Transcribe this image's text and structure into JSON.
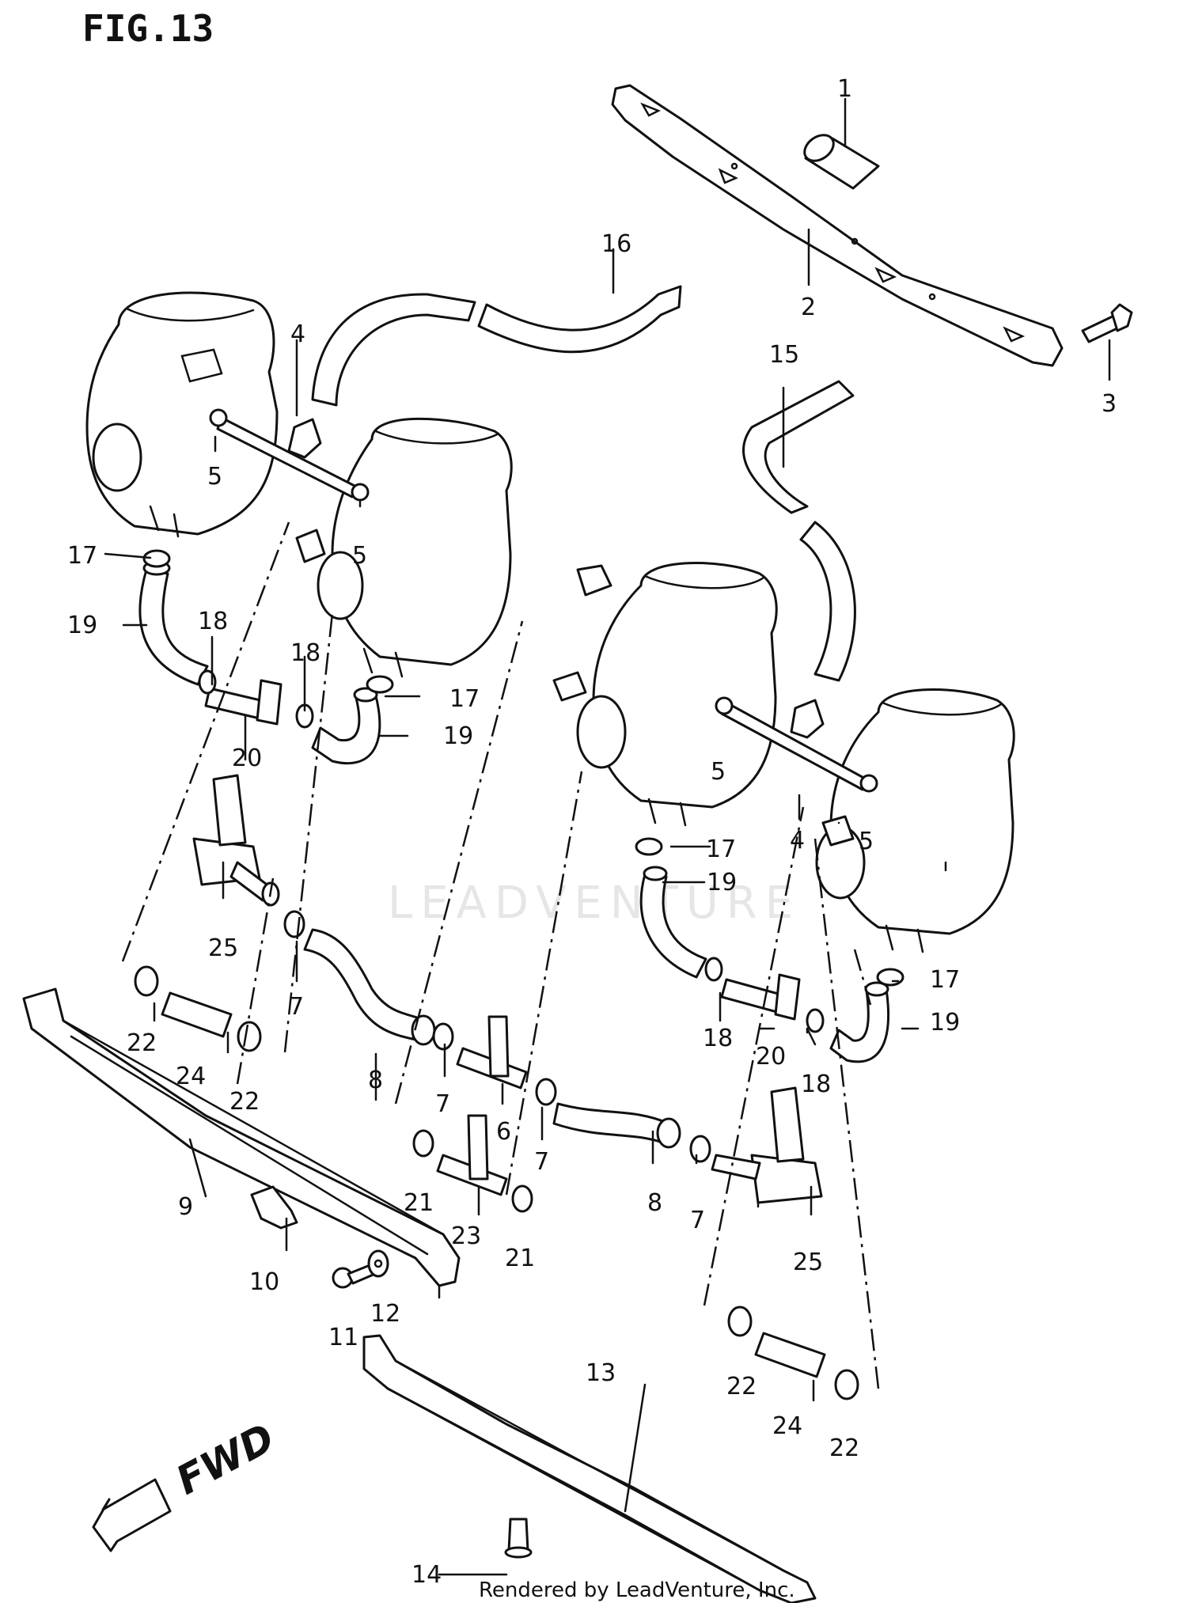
{
  "figure_title": "FIG.13",
  "forward_label": "FWD",
  "watermark": "LEADVENTURE",
  "footer": "Rendered by LeadVenture, Inc.",
  "callouts": [
    {
      "id": "c1",
      "text": "1"
    },
    {
      "id": "c2",
      "text": "2"
    },
    {
      "id": "c3",
      "text": "3"
    },
    {
      "id": "c4a",
      "text": "4"
    },
    {
      "id": "c4b",
      "text": "4"
    },
    {
      "id": "c5a",
      "text": "5"
    },
    {
      "id": "c5b",
      "text": "5"
    },
    {
      "id": "c5c",
      "text": "5"
    },
    {
      "id": "c5d",
      "text": "5"
    },
    {
      "id": "c6",
      "text": "6"
    },
    {
      "id": "c7a",
      "text": "7"
    },
    {
      "id": "c7b",
      "text": "7"
    },
    {
      "id": "c7c",
      "text": "7"
    },
    {
      "id": "c7d",
      "text": "7"
    },
    {
      "id": "c8a",
      "text": "8"
    },
    {
      "id": "c8b",
      "text": "8"
    },
    {
      "id": "c9",
      "text": "9"
    },
    {
      "id": "c10",
      "text": "10"
    },
    {
      "id": "c11",
      "text": "11"
    },
    {
      "id": "c12",
      "text": "12"
    },
    {
      "id": "c13",
      "text": "13"
    },
    {
      "id": "c14",
      "text": "14"
    },
    {
      "id": "c15",
      "text": "15"
    },
    {
      "id": "c16",
      "text": "16"
    },
    {
      "id": "c17a",
      "text": "17"
    },
    {
      "id": "c17b",
      "text": "17"
    },
    {
      "id": "c17c",
      "text": "17"
    },
    {
      "id": "c17d",
      "text": "17"
    },
    {
      "id": "c18a",
      "text": "18"
    },
    {
      "id": "c18b",
      "text": "18"
    },
    {
      "id": "c18c",
      "text": "18"
    },
    {
      "id": "c18d",
      "text": "18"
    },
    {
      "id": "c19a",
      "text": "19"
    },
    {
      "id": "c19b",
      "text": "19"
    },
    {
      "id": "c19c",
      "text": "19"
    },
    {
      "id": "c19d",
      "text": "19"
    },
    {
      "id": "c20a",
      "text": "20"
    },
    {
      "id": "c20b",
      "text": "20"
    },
    {
      "id": "c21a",
      "text": "21"
    },
    {
      "id": "c21b",
      "text": "21"
    },
    {
      "id": "c22a",
      "text": "22"
    },
    {
      "id": "c22b",
      "text": "22"
    },
    {
      "id": "c22c",
      "text": "22"
    },
    {
      "id": "c22d",
      "text": "22"
    },
    {
      "id": "c23",
      "text": "23"
    },
    {
      "id": "c24a",
      "text": "24"
    },
    {
      "id": "c24b",
      "text": "24"
    },
    {
      "id": "c25a",
      "text": "25"
    },
    {
      "id": "c25b",
      "text": "25"
    }
  ]
}
